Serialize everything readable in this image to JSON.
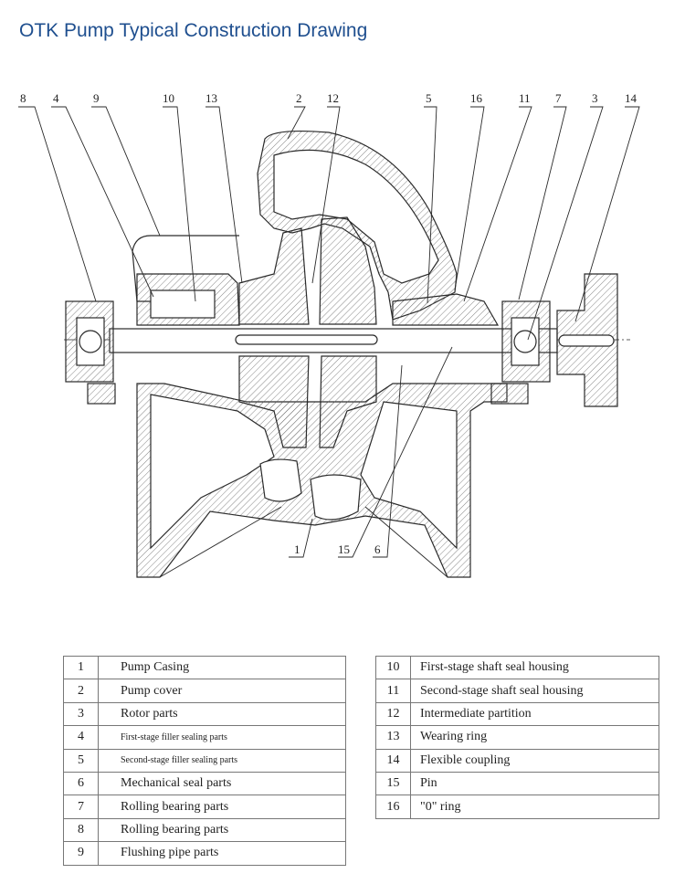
{
  "title": "OTK Pump Typical Construction Drawing",
  "callouts_top": [
    "8",
    "4",
    "9",
    "10",
    "13",
    "2",
    "12",
    "5",
    "16",
    "11",
    "7",
    "3",
    "14"
  ],
  "callouts_bottom": [
    "1",
    "15",
    "6"
  ],
  "parts_left": [
    {
      "num": "1",
      "name": "Pump Casing"
    },
    {
      "num": "2",
      "name": "Pump cover"
    },
    {
      "num": "3",
      "name": "Rotor parts"
    },
    {
      "num": "4",
      "name": "First-stage filler sealing parts"
    },
    {
      "num": "5",
      "name": "Second-stage filler sealing parts"
    },
    {
      "num": "6",
      "name": "Mechanical seal parts"
    },
    {
      "num": "7",
      "name": "Rolling bearing parts"
    },
    {
      "num": "8",
      "name": "Rolling bearing parts"
    },
    {
      "num": "9",
      "name": "Flushing pipe parts"
    }
  ],
  "parts_right": [
    {
      "num": "10",
      "name": "First-stage shaft seal housing"
    },
    {
      "num": "11",
      "name": "Second-stage shaft seal housing"
    },
    {
      "num": "12",
      "name": "Intermediate partition"
    },
    {
      "num": "13",
      "name": "Wearing ring"
    },
    {
      "num": "14",
      "name": "Flexible coupling"
    },
    {
      "num": "15",
      "name": "Pin"
    },
    {
      "num": "16",
      "name": "\"0\" ring"
    }
  ],
  "colors": {
    "title": "#1f4f8f",
    "line": "#2a2a2a",
    "hatch": "#666666"
  }
}
